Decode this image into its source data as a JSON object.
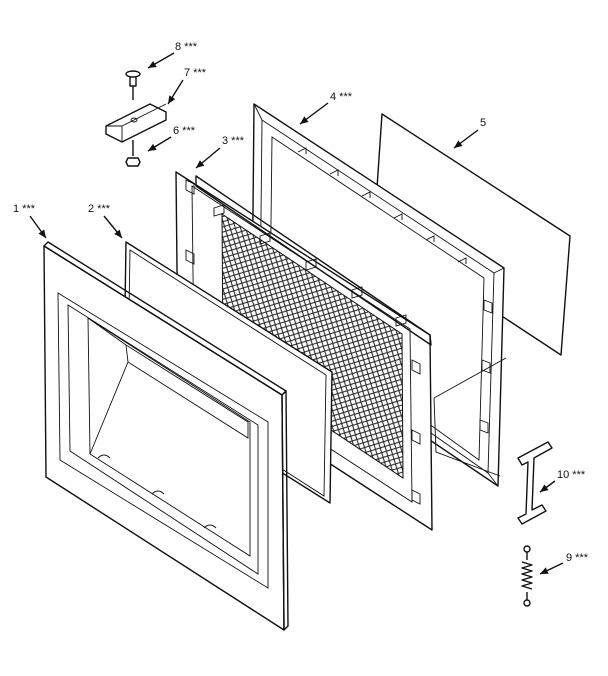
{
  "callouts": [
    {
      "id": "1",
      "label": "1 ***"
    },
    {
      "id": "2",
      "label": "2 ***"
    },
    {
      "id": "3",
      "label": "3 ***"
    },
    {
      "id": "4",
      "label": "4 ***"
    },
    {
      "id": "5",
      "label": "5"
    },
    {
      "id": "6",
      "label": "6 ***"
    },
    {
      "id": "7",
      "label": "7 ***"
    },
    {
      "id": "8",
      "label": "8 ***"
    },
    {
      "id": "9",
      "label": "9 ***"
    },
    {
      "id": "10",
      "label": "10 ***"
    }
  ]
}
